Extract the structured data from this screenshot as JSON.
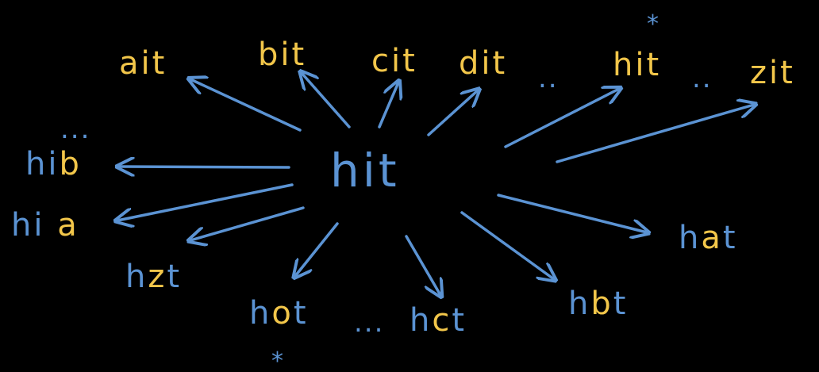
{
  "colors": {
    "background": "#000000",
    "blue": "#5b93d3",
    "yellow": "#f2c64a"
  },
  "center": {
    "text": "hit"
  },
  "words": [
    {
      "id": "ait",
      "parts": [
        {
          "t": "a",
          "c": "yellow"
        },
        {
          "t": "it",
          "c": "yellow"
        }
      ]
    },
    {
      "id": "bit",
      "parts": [
        {
          "t": "b",
          "c": "yellow"
        },
        {
          "t": "it",
          "c": "yellow"
        }
      ]
    },
    {
      "id": "cit",
      "parts": [
        {
          "t": "c",
          "c": "yellow"
        },
        {
          "t": "it",
          "c": "yellow"
        }
      ]
    },
    {
      "id": "dit",
      "parts": [
        {
          "t": "d",
          "c": "yellow"
        },
        {
          "t": "it",
          "c": "yellow"
        }
      ]
    },
    {
      "id": "hit-top",
      "parts": [
        {
          "t": "h",
          "c": "yellow"
        },
        {
          "t": "it",
          "c": "yellow"
        }
      ]
    },
    {
      "id": "zit",
      "parts": [
        {
          "t": "z",
          "c": "yellow"
        },
        {
          "t": "it",
          "c": "yellow"
        }
      ]
    },
    {
      "id": "hib",
      "parts": [
        {
          "t": "hi",
          "c": "blue"
        },
        {
          "t": "b",
          "c": "yellow"
        }
      ]
    },
    {
      "id": "hia",
      "parts": [
        {
          "t": "hi ",
          "c": "blue"
        },
        {
          "t": "a",
          "c": "yellow"
        }
      ]
    },
    {
      "id": "hzt",
      "parts": [
        {
          "t": "h",
          "c": "blue"
        },
        {
          "t": "z",
          "c": "yellow"
        },
        {
          "t": "t",
          "c": "blue"
        }
      ]
    },
    {
      "id": "hot",
      "parts": [
        {
          "t": "h",
          "c": "blue"
        },
        {
          "t": "o",
          "c": "yellow"
        },
        {
          "t": "t",
          "c": "blue"
        }
      ]
    },
    {
      "id": "hct",
      "parts": [
        {
          "t": "h",
          "c": "blue"
        },
        {
          "t": "c",
          "c": "yellow"
        },
        {
          "t": "t",
          "c": "blue"
        }
      ]
    },
    {
      "id": "hbt",
      "parts": [
        {
          "t": "h",
          "c": "blue"
        },
        {
          "t": "b",
          "c": "yellow"
        },
        {
          "t": "t",
          "c": "blue"
        }
      ]
    },
    {
      "id": "hat",
      "parts": [
        {
          "t": "h",
          "c": "blue"
        },
        {
          "t": "a",
          "c": "yellow"
        },
        {
          "t": "t",
          "c": "blue"
        }
      ]
    }
  ],
  "ellipses": [
    {
      "id": "dots-top-left",
      "text": ".."
    },
    {
      "id": "dots-top-right",
      "text": ".."
    },
    {
      "id": "dots-hib",
      "text": "..."
    },
    {
      "id": "dots-bottom",
      "text": "..."
    }
  ],
  "stars": [
    {
      "id": "star-hit-top",
      "text": "*"
    },
    {
      "id": "star-hot",
      "text": "*"
    }
  ]
}
